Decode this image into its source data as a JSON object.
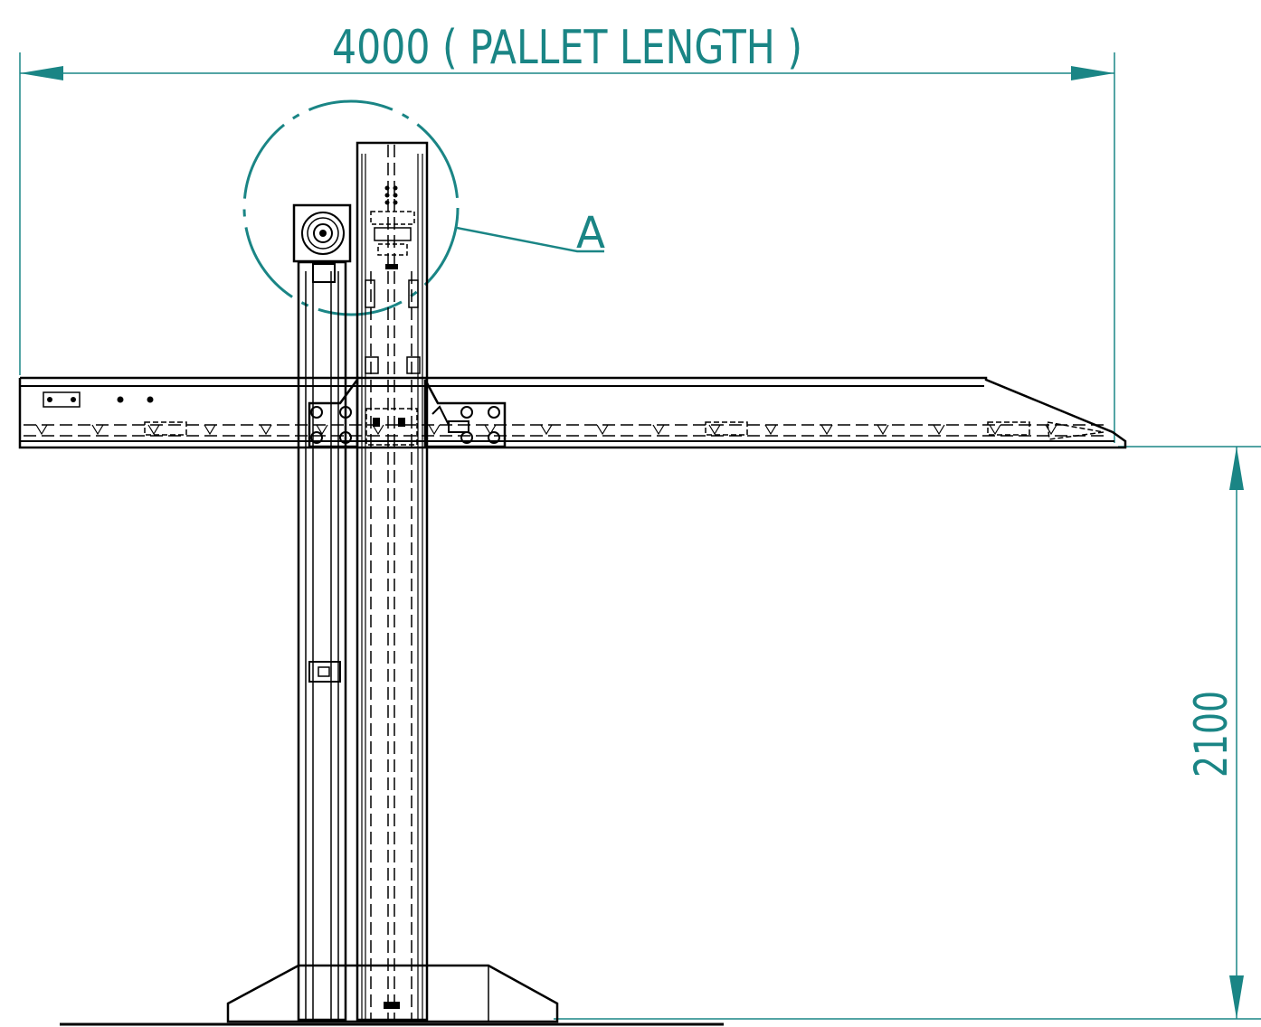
{
  "dimensions": {
    "horizontal_label": "4000 ( PALLET LENGTH )",
    "vertical_label": "2100"
  },
  "detail_marker": {
    "label": "A"
  },
  "colors": {
    "dimension": "#1a8585",
    "linework": "#000000",
    "background": "#ffffff"
  }
}
